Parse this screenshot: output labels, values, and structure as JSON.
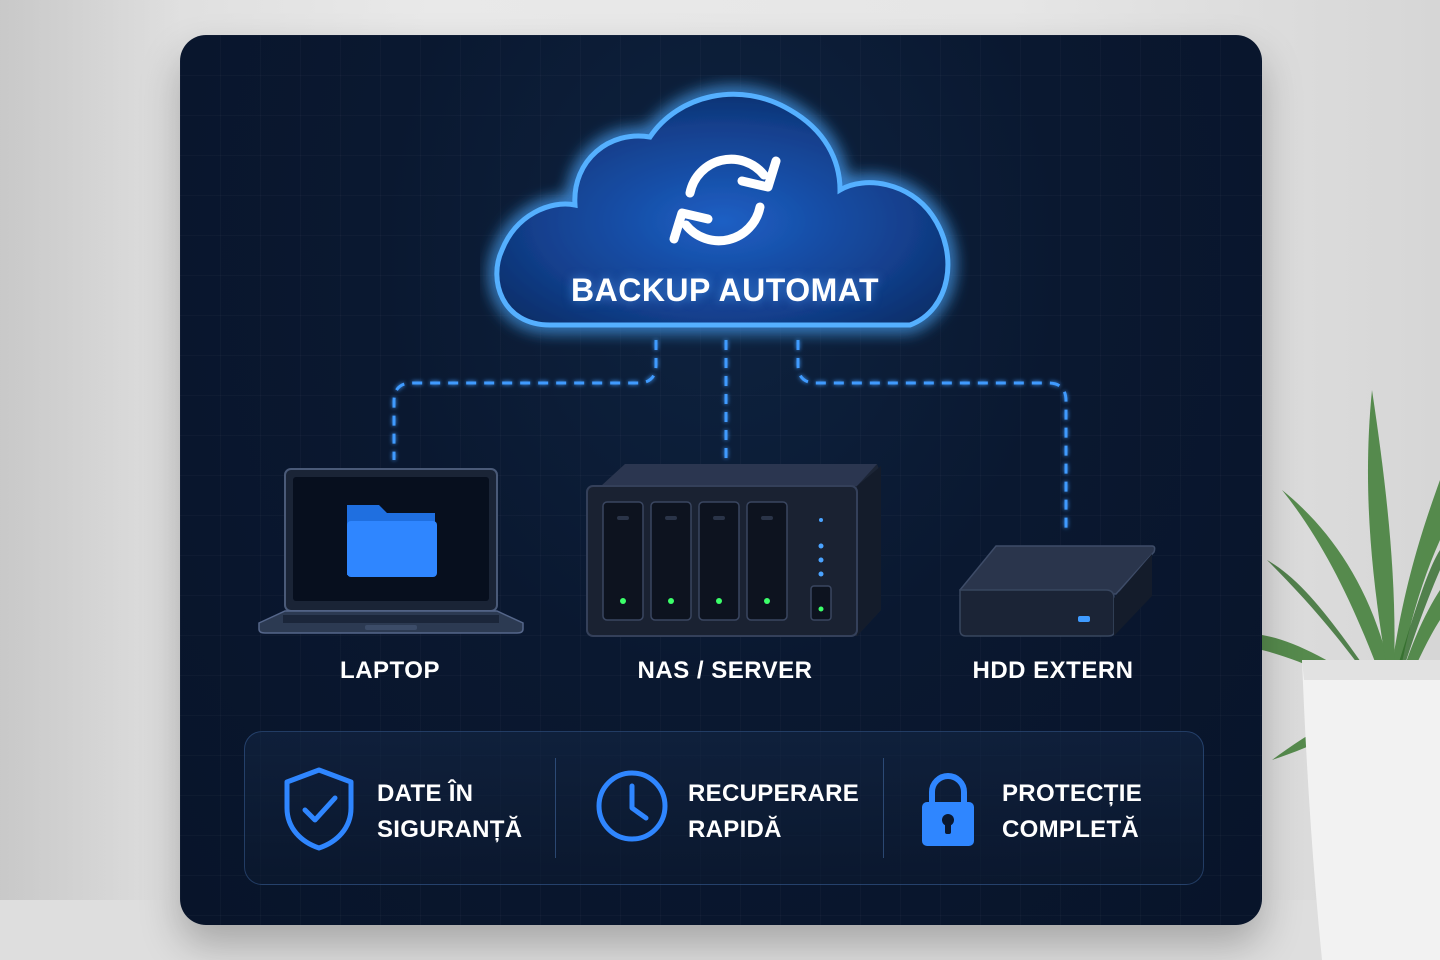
{
  "cloud": {
    "title": "BACKUP AUTOMAT",
    "icon": "sync-icon"
  },
  "devices": [
    {
      "label": "LAPTOP",
      "icon": "laptop-icon"
    },
    {
      "label": "NAS / SERVER",
      "icon": "nas-server-icon"
    },
    {
      "label": "HDD EXTERN",
      "icon": "external-hdd-icon"
    }
  ],
  "features": [
    {
      "line1": "DATE ÎN",
      "line2": "SIGURANȚĂ",
      "icon": "shield-check-icon"
    },
    {
      "line1": "RECUPERARE",
      "line2": "RAPIDĂ",
      "icon": "clock-icon"
    },
    {
      "line1": "PROTECȚIE",
      "line2": "COMPLETĂ",
      "icon": "padlock-icon"
    }
  ],
  "colors": {
    "accent": "#3a8cff",
    "glow": "#4aa3ff",
    "panel": "#0a1830",
    "text": "#ffffff"
  }
}
